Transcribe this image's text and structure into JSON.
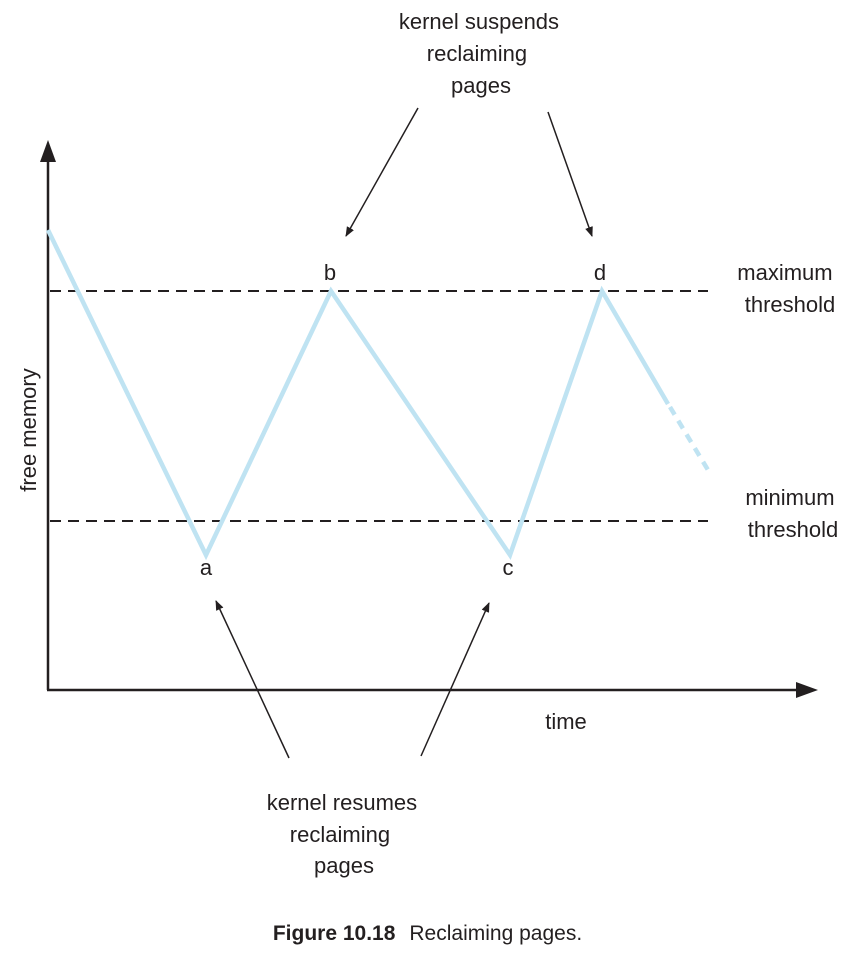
{
  "diagram": {
    "y_axis_label": "free memory",
    "x_axis_label": "time",
    "max_threshold_label": [
      "maximum",
      "threshold"
    ],
    "min_threshold_label": [
      "minimum",
      "threshold"
    ],
    "point_labels": {
      "a": "a",
      "b": "b",
      "c": "c",
      "d": "d"
    },
    "suspend_note": [
      "kernel suspends",
      "reclaiming",
      "pages"
    ],
    "resume_note": [
      "kernel resumes",
      "reclaiming",
      "pages"
    ],
    "colors": {
      "memory_line": "#bfe3f2",
      "ink": "#231f20"
    }
  },
  "caption": {
    "number": "Figure 10.18",
    "title": "Reclaiming pages."
  }
}
